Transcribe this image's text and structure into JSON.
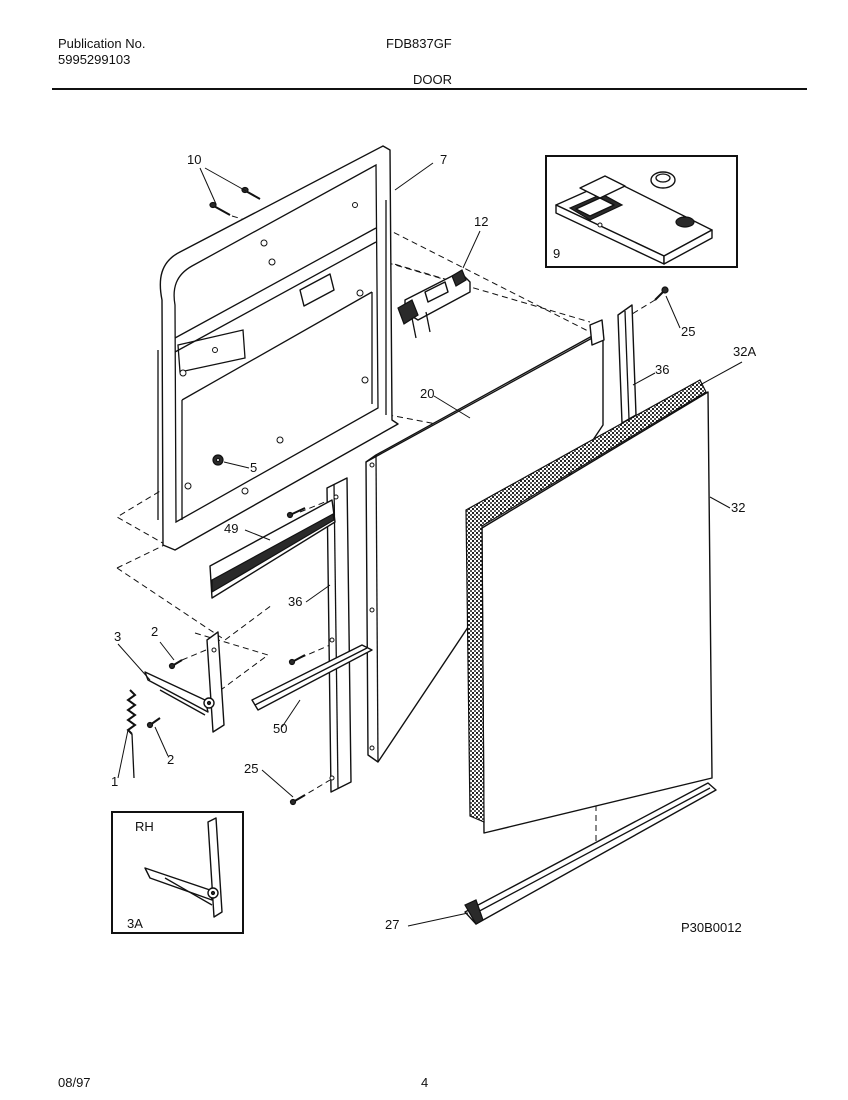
{
  "header": {
    "publication_label": "Publication No.",
    "publication_number": "5995299103",
    "model": "FDB837GF",
    "section": "DOOR"
  },
  "diagram": {
    "figure_code": "P30B0012",
    "callouts": [
      "10",
      "7",
      "12",
      "9",
      "25",
      "32A",
      "36",
      "20",
      "5",
      "32",
      "49",
      "36",
      "3",
      "2",
      "50",
      "2",
      "25",
      "1",
      "27"
    ],
    "inset_hinge": {
      "side_label": "RH",
      "part_label": "3A"
    }
  },
  "footer": {
    "date": "08/97",
    "page": "4"
  }
}
